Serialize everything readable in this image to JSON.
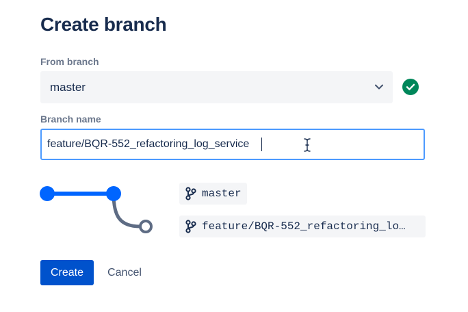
{
  "dialog": {
    "title": "Create branch"
  },
  "from_branch": {
    "label": "From branch",
    "selected": "master",
    "icon": "chevron-down-icon",
    "status_icon": "check-circle-icon",
    "status_color": "#00875a"
  },
  "branch_name": {
    "label": "Branch name",
    "value": "feature/BQR-552_refactoring_log_service"
  },
  "preview": {
    "source_branch": "master",
    "new_branch": "feature/BQR-552_refactoring_lo…",
    "branch_icon": "git-branch-icon",
    "source_color": "#0065ff",
    "new_color": "#5e6c84"
  },
  "actions": {
    "create_label": "Create",
    "cancel_label": "Cancel",
    "primary_color": "#0052cc"
  }
}
